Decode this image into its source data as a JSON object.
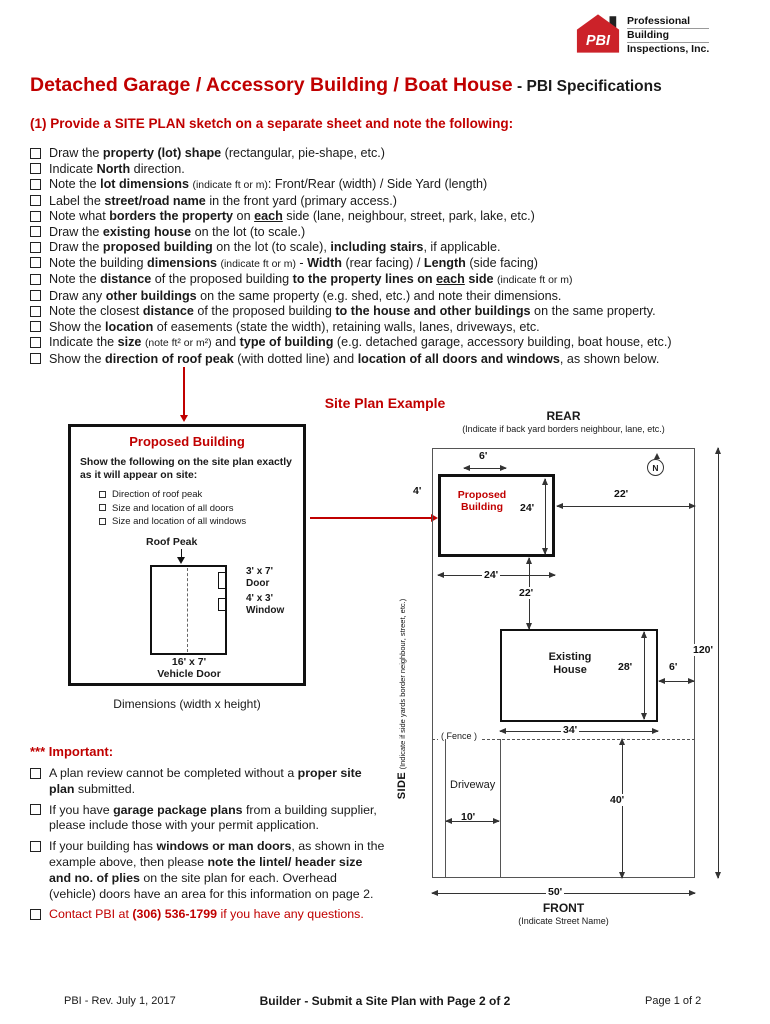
{
  "logo": {
    "monogram": "PBI",
    "company": [
      "Professional",
      "Building",
      "Inspections, Inc."
    ]
  },
  "header": {
    "title_main": "Detached Garage / Accessory Building / Boat House",
    "title_suffix": "- PBI Specifications"
  },
  "section1": {
    "heading": "(1) Provide a SITE PLAN sketch on a separate sheet and note the following:",
    "items": [
      "Draw the **property (lot) shape** (rectangular, pie-shape, etc.)",
      "Indicate **North** direction.",
      "Note the **lot dimensions** ~(indicate ft or m)~:  Front/Rear (width) / Side Yard (length)",
      "Label the **street/road name** in the front yard (primary access.)",
      "Note what **borders the property** on __each__ side (lane, neighbour, street, park, lake, etc.)",
      "Draw the **existing house** on the lot (to scale.)",
      "Draw the **proposed building** on the lot (to scale), **including stairs**, if applicable.",
      "Note the building **dimensions** ~(indicate ft or m)~ - **Width** (rear facing) / **Length** (side facing)",
      "Note the **distance** of the proposed building **to the property lines on** __each__ **side** ~(indicate ft or m)~",
      "Draw any **other buildings** on the same property (e.g. shed, etc.) and note their dimensions.",
      "Note the closest **distance** of the proposed building **to the house and other buildings** on the same property.",
      "Show the **location** of easements (state the width), retaining walls, lanes, driveways, etc.",
      "Indicate the **size** ~(note ft² or m²)~ and **type of building** (e.g. detached garage, accessory building, boat house, etc.)",
      "Show the **direction of roof peak** (with dotted line) and **location of all doors and windows**, as shown below."
    ]
  },
  "example_heading": "Site Plan Example",
  "example_box": {
    "title": "Proposed Building",
    "intro": "Show the following on the site plan exactly as it will appear on site:",
    "items": [
      "Direction of roof peak",
      "Size and location of all doors",
      "Size and location of all windows"
    ],
    "roof_peak": "Roof Peak",
    "door": {
      "size": "3' x 7'",
      "word": "Door"
    },
    "window": {
      "size": "4' x 3'",
      "word": "Window"
    },
    "vehicle_door": {
      "size": "16' x 7'",
      "word": "Vehicle Door"
    },
    "caption": "Dimensions (width x height)"
  },
  "site_plan": {
    "rear": "REAR",
    "rear_note": "(Indicate if back yard borders neighbour, lane, etc.)",
    "side_label": "**SIDE** ~(Indicate if side yards border neighbour, street, etc.)~",
    "front": "FRONT",
    "front_note": "(Indicate Street Name)",
    "compass": "N",
    "proposed_building": "Proposed Building",
    "existing_house": "Existing House",
    "fence": "( Fence )",
    "driveway": "Driveway",
    "dims": {
      "rear_setback": "6'",
      "left_setback": "4'",
      "right_setback": "22'",
      "building_depth": "24'",
      "building_width": "24'",
      "gap_to_house": "22'",
      "house_depth": "28'",
      "house_right_setback": "6'",
      "house_width": "34'",
      "driveway_width": "10'",
      "front_yard": "40'",
      "lot_depth": "120'",
      "lot_width": "50'"
    }
  },
  "important": {
    "heading": "*** Important:",
    "items": [
      "A plan review cannot be completed without a **proper site plan** submitted.",
      "If you have **garage package plans** from a building supplier, please include those with your permit application.",
      "If your building has **windows or man doors**, as shown in the example above, then please **note the lintel/ header size and no. of plies** on the site plan for each. Overhead (vehicle) doors have an area for this information on page 2."
    ],
    "contact": "Contact PBI at **(306) 536-1799** if you have any questions."
  },
  "footer": {
    "left": "PBI - Rev. July 1, 2017",
    "center": "Builder - Submit a Site Plan with Page 2 of 2",
    "right": "Page 1 of 2"
  }
}
